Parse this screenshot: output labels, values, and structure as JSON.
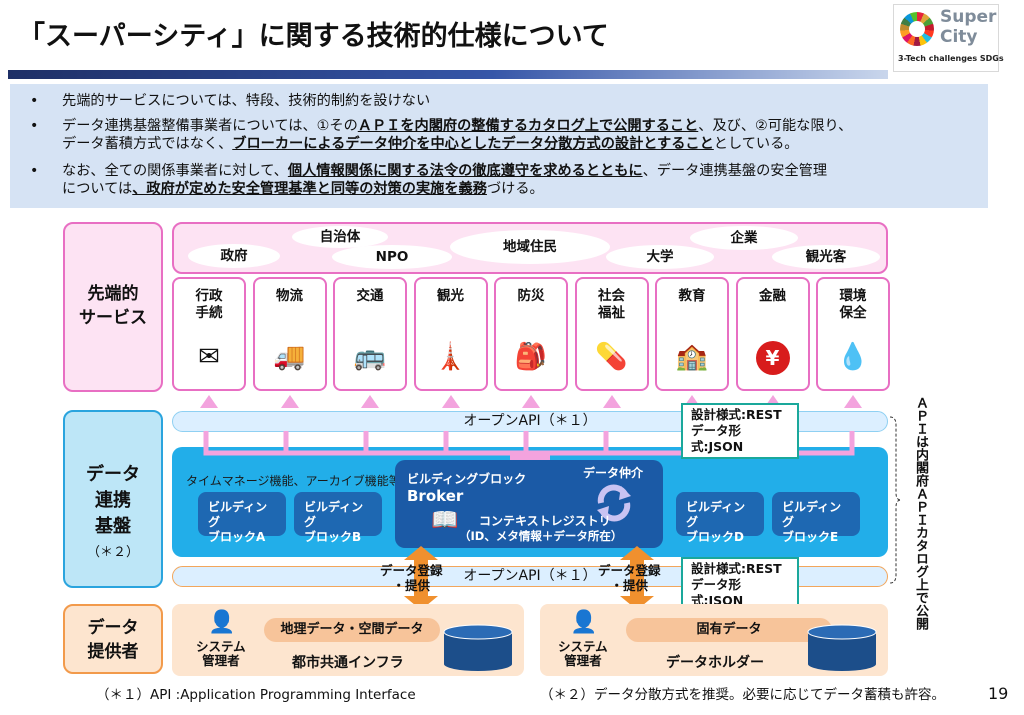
{
  "title": "「スーパーシティ」に関する技術的仕様について",
  "logo": {
    "line1": "Super",
    "line2": "City",
    "line3": "3-Tech challenges SDGs"
  },
  "bullets": [
    {
      "a": "先端的サービスについては、特段、技術的制約を設けない"
    },
    {
      "a": "データ連携基盤整備事業者については、①その",
      "b": "ＡＰＩを内閣府の整備するカタログ上で公開すること",
      "c": "、及び、②可能な限り、",
      "d": "データ蓄積方式ではなく、",
      "e": "ブローカーによるデータ仲介を中心としたデータ分散方式の設計とすること",
      "f": "としている。"
    },
    {
      "a": "なお、全ての関係事業者に対して、",
      "b": "個人情報関係に関する法令の徹底遵守を求めるとともに",
      "c": "、データ連携基盤の安全管理",
      "d": "については",
      "e": "、政府が定めた安全管理基準と同等の対策の実施を義務",
      "f": "づける。"
    }
  ],
  "layers": {
    "services": {
      "line1": "先端的",
      "line2": "サービス"
    },
    "platform": {
      "line1": "データ",
      "line2": "連携",
      "line3": "基盤",
      "note": "（＊２）"
    },
    "providers": {
      "line1": "データ",
      "line2": "提供者"
    }
  },
  "stakeholders": [
    "自治体",
    "政府",
    "NPO",
    "地域住民",
    "企業",
    "大学",
    "観光客"
  ],
  "services": [
    {
      "name": "行政\n手続",
      "icon": "envelope-icon",
      "glyph": "✉"
    },
    {
      "name": "物流",
      "icon": "truck-icon",
      "glyph": "🚚"
    },
    {
      "name": "交通",
      "icon": "bus-icon",
      "glyph": "🚌"
    },
    {
      "name": "観光",
      "icon": "pagoda-icon",
      "glyph": "🗼"
    },
    {
      "name": "防災",
      "icon": "backpack-icon",
      "glyph": "🎒"
    },
    {
      "name": "社会\n福祉",
      "icon": "medicine-icon",
      "glyph": "💊"
    },
    {
      "name": "教育",
      "icon": "blackboard-icon",
      "glyph": "🏫"
    },
    {
      "name": "金融",
      "icon": "yen-icon",
      "glyph": "¥"
    },
    {
      "name": "環境\n保全",
      "icon": "water-drop-icon",
      "glyph": "💧"
    }
  ],
  "open_api_label": "オープンAPI（＊１）",
  "spec": {
    "line1": "設計様式:REST",
    "line2": "データ形式:JSON"
  },
  "platform_blocks": {
    "time_manage": "タイムマネージ機能、アーカイブ機能等",
    "a": "ビルディング\nブロックA",
    "b": "ビルディング\nブロックB",
    "broker_title": "ビルディングブロック",
    "broker": "Broker",
    "mediation": "データ仲介",
    "context": "コンテキストレジストリ",
    "context_sub": "（ID、メタ情報＋データ所在）",
    "d": "ビルディング\nブロックD",
    "e": "ビルディング\nブロックE"
  },
  "data_reg": {
    "line1": "データ登録",
    "line2": "・提供"
  },
  "providers": [
    {
      "admin": "システム\n管理者",
      "data": "地理データ・空間データ",
      "name": "都市共通インフラ"
    },
    {
      "admin": "システム\n管理者",
      "data": "固有データ",
      "name": "データホルダー"
    }
  ],
  "side_note": "ＡＰＩは内閣府ＡＰＩカタログ上で公開",
  "footnote1": "（＊１）API :Application Programming Interface",
  "footnote2": "（＊２）データ分散方式を推奨。必要に応じてデータ蓄積も許容。",
  "page_number": "19"
}
